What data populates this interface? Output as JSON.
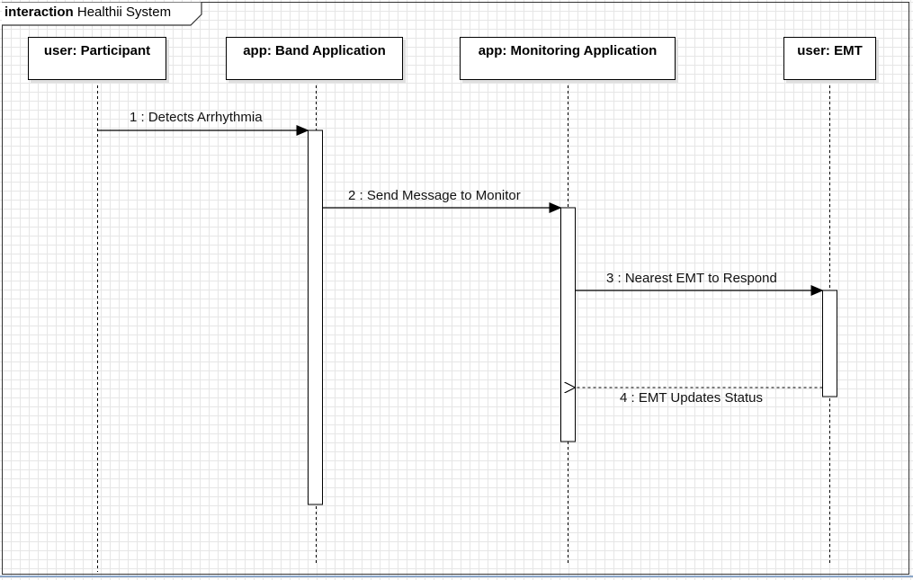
{
  "frame": {
    "keyword": "interaction",
    "name": "Healthii System"
  },
  "participants": [
    {
      "id": "participant",
      "label": "user: Participant"
    },
    {
      "id": "band",
      "label": "app: Band Application"
    },
    {
      "id": "monitoring",
      "label": "app: Monitoring Application"
    },
    {
      "id": "emt",
      "label": "user: EMT"
    }
  ],
  "messages": [
    {
      "label": "1 : Detects Arrhythmia",
      "from": "user: Participant",
      "to": "app: Band Application",
      "kind": "synchronous"
    },
    {
      "label": "2 : Send Message to Monitor",
      "from": "app: Band Application",
      "to": "app: Monitoring Application",
      "kind": "synchronous"
    },
    {
      "label": "3 : Nearest EMT to Respond",
      "from": "app: Monitoring Application",
      "to": "user: EMT",
      "kind": "synchronous"
    },
    {
      "label": "4 : EMT Updates Status",
      "from": "user: EMT",
      "to": "app: Monitoring Application",
      "kind": "reply"
    }
  ]
}
